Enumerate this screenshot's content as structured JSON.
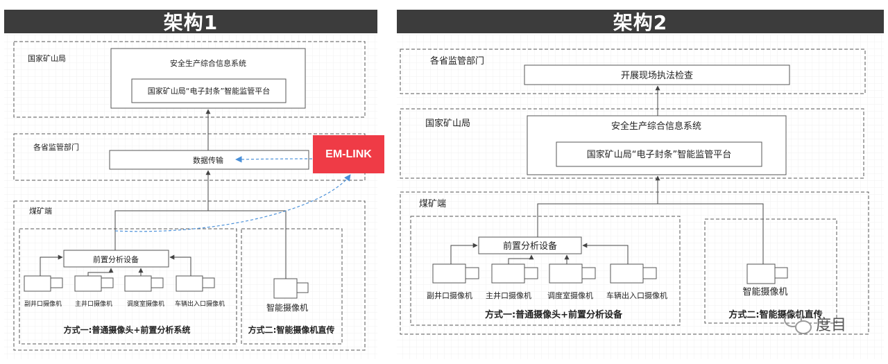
{
  "arch1": {
    "title": "架构1",
    "national_bureau": "国家矿山局",
    "safety_system": "安全生产综合信息系统",
    "seal_platform": "国家矿山局“电子封条”智能监管平台",
    "provincial_dept": "各省监管部门",
    "data_transfer": "数据传输",
    "em_link": "EM-LINK",
    "coal_mine": "煤矿端",
    "front_device": "前置分析设备",
    "cameras": [
      "副井口摄像机",
      "主井口摄像机",
      "调度室摄像机",
      "车辆出入口摄像机"
    ],
    "smart_camera": "智能摄像机",
    "method1": "方式一:普通摄像头+前置分析系统",
    "method2": "方式二:智能摄像机直传"
  },
  "arch2": {
    "title": "架构2",
    "provincial_dept": "各省监管部门",
    "inspection": "开展现场执法检查",
    "national_bureau": "国家矿山局",
    "safety_system": "安全生产综合信息系统",
    "seal_platform": "国家矿山局“电子封条”智能监管平台",
    "coal_mine": "煤矿端",
    "front_device": "前置分析设备",
    "cameras": [
      "副井口摄像机",
      "主井口摄像机",
      "调度室摄像机",
      "车辆出入口摄像机"
    ],
    "smart_camera": "智能摄像机",
    "method1": "方式一:普通摄像头+前置分析设备",
    "method2": "方式二:智能摄像机直传"
  },
  "watermark": "度目",
  "colors": {
    "header": "#3c3c3c",
    "em_link": "#ef3b46",
    "dash_arrow": "#4a90d9",
    "line": "#444444"
  }
}
